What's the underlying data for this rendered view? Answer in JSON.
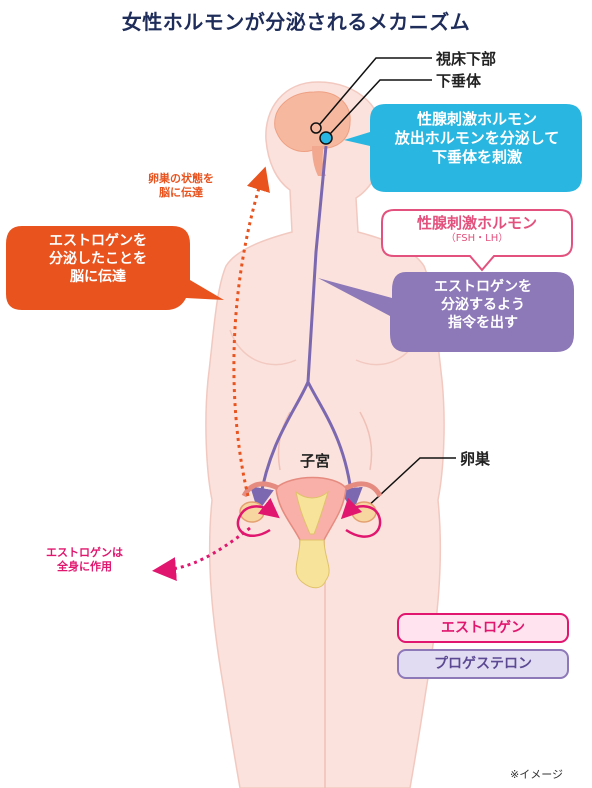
{
  "title": "女性ホルモンが分泌されるメカニズム",
  "labels": {
    "hypothalamus": "視床下部",
    "pituitary": "下垂体",
    "uterus": "子宮",
    "ovary": "卵巣"
  },
  "bubbles": {
    "gnrh": [
      "性腺刺激ホルモン",
      "放出ホルモンを分泌して",
      "下垂体を刺激"
    ],
    "gonadotropin_title": "性腺刺激ホルモン",
    "gonadotropin_sub": "（FSH・LH）",
    "instruct": [
      "エストロゲンを",
      "分泌するよう",
      "指令を出す"
    ],
    "estrogen_to_brain": [
      "エストロゲンを",
      "分泌したことを",
      "脳に伝達"
    ]
  },
  "annotations": {
    "ovary_state": [
      "卵巣の状態を",
      "脳に伝達"
    ],
    "estrogen_body": [
      "エストロゲンは",
      "全身に作用"
    ]
  },
  "legend": {
    "estrogen": "エストロゲン",
    "progesterone": "プロゲステロン"
  },
  "footnote": "※イメージ",
  "colors": {
    "body": "#fbe2dc",
    "cyan": "#29b6e0",
    "purple": "#8d78b8",
    "orange": "#e8531e",
    "magenta": "#e0166f",
    "pink_border": "#e3527e"
  }
}
